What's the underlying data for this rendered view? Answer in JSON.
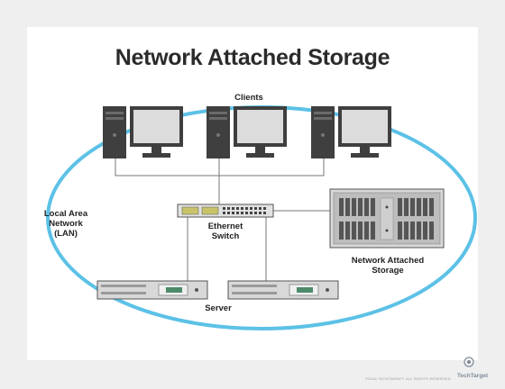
{
  "title": "Network Attached Storage",
  "labels": {
    "clients": "Clients",
    "lan": "Local Area\nNetwork\n(LAN)",
    "switch": "Ethernet\nSwitch",
    "nas": "Network Attached\nStorage",
    "server": "Server"
  },
  "footer": {
    "copyright": "©2016 TECHTARGET. ALL RIGHTS RESERVED",
    "brand": "TechTarget"
  },
  "colors": {
    "lan_ring": "#5cc1e6",
    "background": "#efefef",
    "card": "#ffffff",
    "device_dark": "#3f3f3f",
    "device_light": "#d8d8d8"
  },
  "icons": [
    "client-computer-icon",
    "ethernet-switch-icon",
    "server-icon",
    "nas-storage-icon",
    "techtarget-logo-icon"
  ]
}
